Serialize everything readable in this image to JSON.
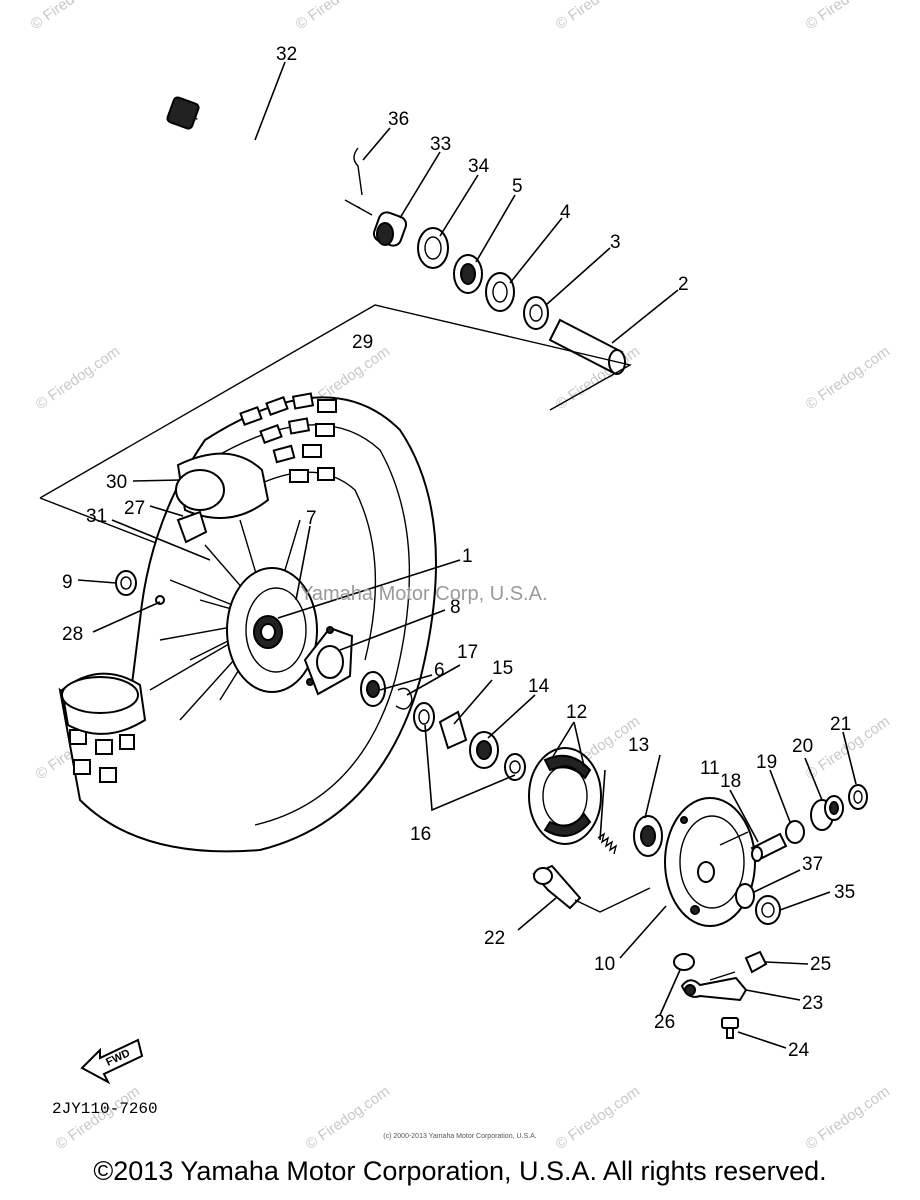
{
  "diagram": {
    "catalog_code": "2JY110-7260",
    "fwd_label": "FWD",
    "center_watermark": "Yamaha Motor Corp, U.S.A.",
    "watermark": "© Firedog.com",
    "fine_print": "(c) 2000-2013 Yamaha Motor Corporation, U.S.A.",
    "copyright": "©2013 Yamaha Motor Corporation, U.S.A. All rights reserved.",
    "callouts": [
      "1",
      "2",
      "3",
      "4",
      "5",
      "6",
      "7",
      "8",
      "9",
      "10",
      "11",
      "12",
      "13",
      "14",
      "15",
      "16",
      "17",
      "18",
      "19",
      "20",
      "21",
      "22",
      "23",
      "24",
      "25",
      "26",
      "27",
      "28",
      "29",
      "30",
      "31",
      "32",
      "33",
      "34",
      "35",
      "36",
      "37"
    ]
  }
}
